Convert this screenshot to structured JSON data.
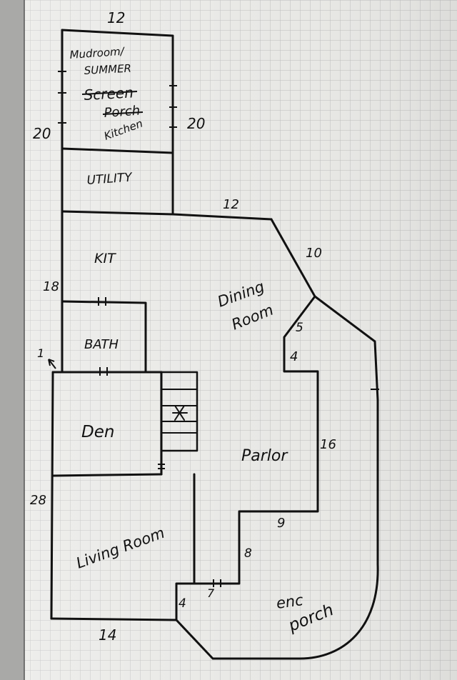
{
  "labels": {
    "dim_top": "12",
    "mudroom_1": "Mudroom/",
    "mudroom_2": "SUMMER",
    "mudroom_3": "Screen",
    "mudroom_4": "Porch",
    "mudroom_5": "Kitchen",
    "dim_left_20": "20",
    "dim_right_20": "20",
    "utility": "UTILITY",
    "dim_12_mid": "12",
    "kit": "KIT",
    "dim_10": "10",
    "dim_18": "18",
    "dining_1": "Dining",
    "dining_2": "Room",
    "dim_5": "5",
    "bath": "BATH",
    "dim_4_upper": "4",
    "dim_1": "1",
    "den": "Den",
    "parlor": "Parlor",
    "dim_16": "16",
    "dim_28": "28",
    "dim_9": "9",
    "living": "Living Room",
    "dim_8": "8",
    "enc_1": "enc",
    "enc_2": "porch",
    "dim_4_lower": "4",
    "dim_7": "7",
    "dim_14": "14"
  },
  "colors": {
    "paper": "#e9e9e6",
    "grid": "#bcbcbc",
    "ink": "#111111",
    "shadow": "#bdbdbb"
  }
}
